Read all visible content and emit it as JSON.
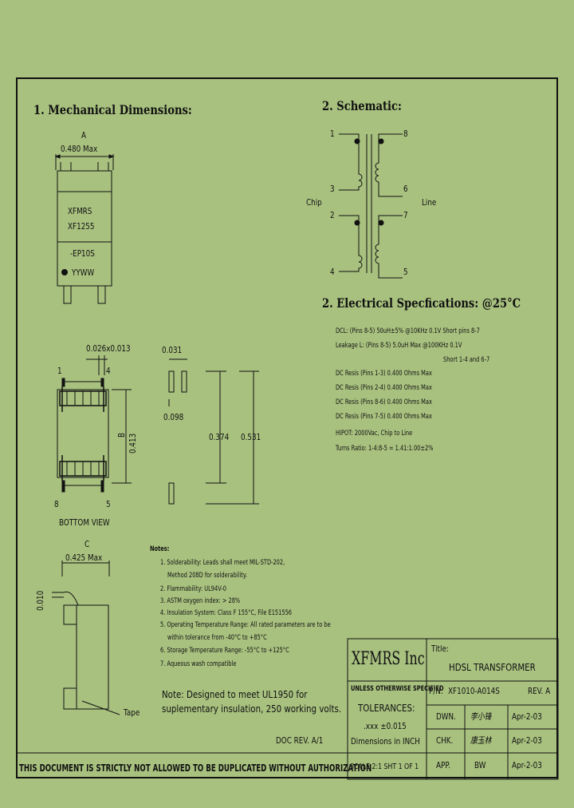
{
  "sections": {
    "mechanical_title": "1. Mechanical Dimensions:",
    "schematic_title": "2. Schematic:",
    "electrical_title": "2. Electrical Specfications: @25°C"
  },
  "mechanical": {
    "dim_a_label": "A",
    "dim_a_value": "0.480 Max",
    "part_line1": "XFMRS",
    "part_line2": "XF1255",
    "part_line3": "-EP10S",
    "part_line4": "YYWW",
    "pin_dim": "0.026x0.013",
    "pin_1": "1",
    "pin_4": "4",
    "pin_8": "8",
    "pin_5": "5",
    "dim_b_label": "B",
    "dim_b_value": "0.413",
    "bottom_view": "BOTTOM VIEW",
    "pad_w": "0.031",
    "pad_h": "0.098",
    "pad_span1": "0.374",
    "pad_span2": "0.531",
    "dim_c_label": "C",
    "dim_c_value": "0.425 Max",
    "side_dim": "0.010",
    "tape": "Tape"
  },
  "schematic": {
    "pin1": "1",
    "pin3": "3",
    "pin2": "2",
    "pin4": "4",
    "pin8": "8",
    "pin6": "6",
    "pin7": "7",
    "pin5": "5",
    "chip": "Chip",
    "line": "Line"
  },
  "electrical": [
    "DCL: (Pins 8-5) 50uH±5% @10KHz 0.1V Short pins 8-7",
    "Leakage L: (Pins 8-5) 5.0uH Max @100KHz 0.1V",
    "Short 1-4 and 6-7",
    "DC Resis (Pins 1-3) 0.400 Ohms Max",
    "DC Resis (Pins 2-4) 0.400 Ohms Max",
    "DC Resis (Pins 8-6) 0.400 Ohms Max",
    "DC Resis (Pins 7-5) 0.400 Ohms Max",
    "HIPOT: 2000Vac, Chip to Line",
    "Turns Ratio: 1-4:8-5 = 1.41:1.00±2%"
  ],
  "notes": {
    "title": "Notes:",
    "items": [
      "1. Solderability: Leads shall meet MIL-STD-202,",
      "Method 208D for solderability.",
      "2. Flammability: UL94V-0",
      "3. ASTM oxygen index: > 28%",
      "4. Insulation System: Class F 155°C, File E151556",
      "5. Operating Temperature Range: All rated parameters are to be",
      "within tolerance from -40°C to +85°C",
      "6. Storage Temperature Range: -55°C to +125°C",
      "7. Aqueous wash compatible"
    ],
    "design_note_1": "Note: Designed to meet UL1950 for",
    "design_note_2": "suplementary insulation, 250 working volts.",
    "doc_rev": "DOC REV. A/1"
  },
  "title_block": {
    "company": "XFMRS Inc",
    "title_label": "Title:",
    "title_value": "HDSL TRANSFORMER",
    "unless": "UNLESS OTHERWISE SPECIFIED",
    "tolerances": "TOLERANCES:",
    "tol_value": ".xxx ±0.015",
    "dims_in": "Dimensions in INCH",
    "pn_label": "P/N:",
    "pn_value": "XF1010-A014S",
    "rev": "REV. A",
    "dwn_label": "DWN.",
    "dwn_sig": "李小锋",
    "dwn_date": "Apr-2-03",
    "chk_label": "CHK.",
    "chk_sig": "康玉林",
    "chk_date": "Apr-2-03",
    "app_label": "APP.",
    "app_sig": "BW",
    "app_date": "Apr-2-03",
    "scale": "SCALE 2:1 SHT 1 OF 1"
  },
  "footer": "THIS DOCUMENT IS STRICTLY NOT ALLOWED TO BE DUPLICATED WITHOUT AUTHORIZATION"
}
